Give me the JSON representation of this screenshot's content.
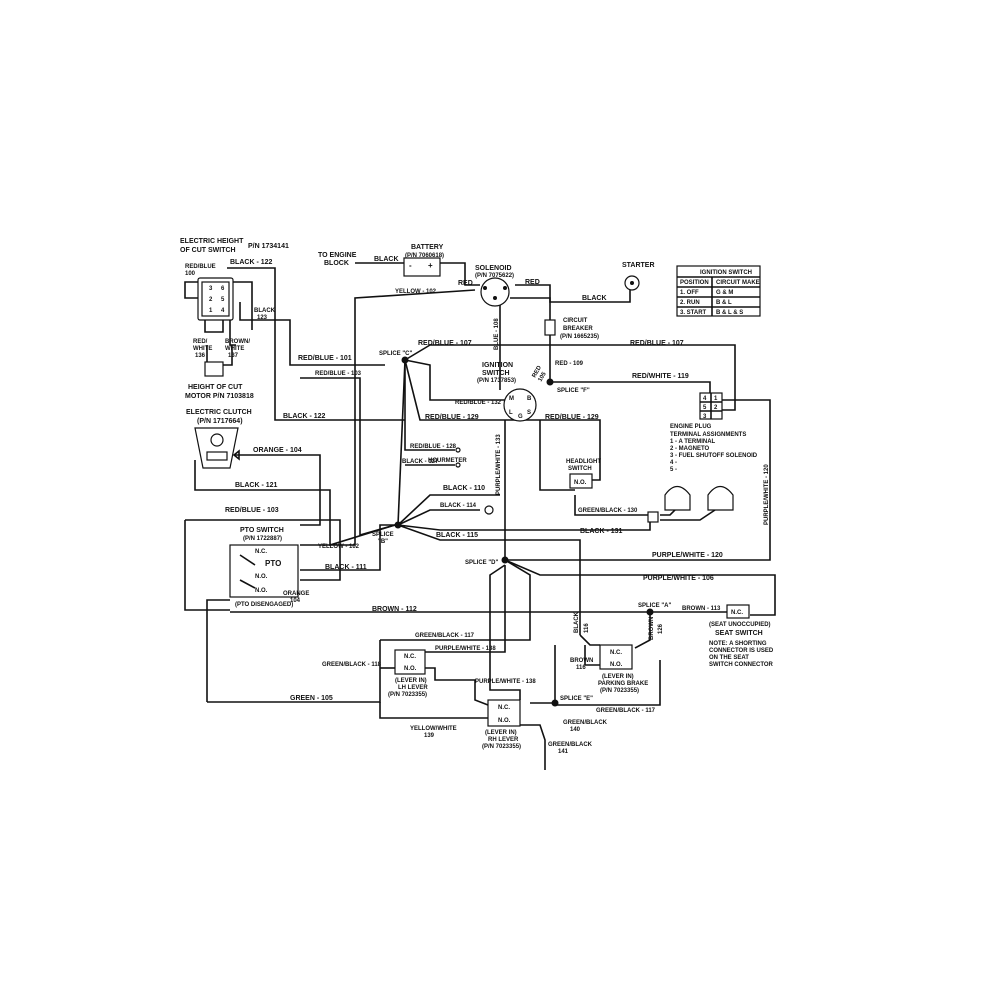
{
  "components": {
    "eheight_title": "ELECTRIC HEIGHT",
    "eheight_title2": "OF CUT SWITCH",
    "eheight_pn": "P/N 1734141",
    "hoc_motor": "HEIGHT OF CUT",
    "hoc_motor_pn": "MOTOR  P/N 7103818",
    "eclutch": "ELECTRIC CLUTCH",
    "eclutch_pn": "(P/N 1717664)",
    "to_engine": "TO ENGINE",
    "to_engine2": "BLOCK",
    "battery": "BATTERY",
    "battery_pn": "(P/N 7060618)",
    "solenoid": "SOLENOID",
    "solenoid_pn": "(P/N 7075622)",
    "starter": "STARTER",
    "breaker": "CIRCUIT",
    "breaker2": "BREAKER",
    "breaker_pn": "(P/N 1665235)",
    "ign_switch": "IGNITION",
    "ign_switch2": "SWITCH",
    "ign_switch_pn": "(P/N 1737853)",
    "engine_plug": "ENGINE PLUG",
    "terminal_title": "TERMINAL ASSIGNMENTS",
    "terminal_1": "1 - A TERMINAL",
    "terminal_2": "2 - MAGNETO",
    "terminal_3": "3 - FUEL SHUTOFF SOLENOID",
    "terminal_4": "4 -",
    "terminal_5": "5 -",
    "hourmeter": "HOURMETER",
    "headlight": "HEADLIGHT",
    "headlight2": "SWITCH",
    "pto": "PTO SWITCH",
    "pto_pn": "(P/N 1722887)",
    "pto_label": "PTO",
    "pto_dis": "(PTO DISENGAGED)",
    "seat": "SEAT SWITCH",
    "seat_unocc": "(SEAT UNOCCUPIED)",
    "seat_note1": "NOTE: A SHORTING",
    "seat_note2": "CONNECTOR IS USED",
    "seat_note3": "ON THE SEAT",
    "seat_note4": "SWITCH CONNECTOR",
    "lh_in": "(LEVER IN)",
    "lh_lever": "LH LEVER",
    "lh_pn": "(P/N 7023355)",
    "rh_in": "(LEVER IN)",
    "rh_lever": "RH LEVER",
    "rh_pn": "(P/N 7023355)",
    "pb_in": "(LEVER IN)",
    "pb": "PARKING BRAKE",
    "pb_pn": "(P/N 7023355)",
    "nc": "N.C.",
    "no": "N.O.",
    "pin1": "1",
    "pin2": "2",
    "pin3": "3",
    "pin4": "4",
    "pin5": "5",
    "pin6": "6",
    "pin_m": "M",
    "pin_b": "B",
    "pin_l": "L",
    "pin_g": "G",
    "pin_s": "S",
    "plus": "+",
    "minus": "-"
  },
  "splices": {
    "c": "SPLICE \"C\"",
    "b": "SPLICE",
    "b2": "\"B\"",
    "d": "SPLICE \"D\"",
    "f": "SPLICE \"F\"",
    "a": "SPLICE \"A\"",
    "e": "SPLICE \"E\""
  },
  "wires": {
    "black122_top": "BLACK - 122",
    "redblue100": "RED/BLUE",
    "redblue100n": "100",
    "black123": "BLACK",
    "black123n": "123",
    "redwhite136": "RED/",
    "redwhite136b": "WHITE",
    "redwhite136n": "136",
    "brownwhite137": "BROWN/",
    "brownwhite137b": "WHITE",
    "brownwhite137n": "137",
    "redblue101": "RED/BLUE - 101",
    "redblue103_top": "RED/BLUE - 103",
    "black122": "BLACK - 122",
    "orange104": "ORANGE - 104",
    "black121": "BLACK - 121",
    "redblue103": "RED/BLUE - 103",
    "black_batt": "BLACK",
    "red_batt": "RED",
    "yellow102_top": "YELLOW - 102",
    "red_starter": "RED",
    "black_starter": "BLACK",
    "blue108": "BLUE - 108",
    "red109": "RED - 109",
    "red105": "RED",
    "red105n": "105",
    "redblue107a": "RED/BLUE - 107",
    "redblue107b": "RED/BLUE - 107",
    "redwhite119": "RED/WHITE - 119",
    "redblue132": "RED/BLUE - 132",
    "redblue129a": "RED/BLUE - 129",
    "redblue129b": "RED/BLUE - 129",
    "purplewhite133": "PURPLE/WHITE - 133",
    "redblue128": "RED/BLUE - 128",
    "black127": "BLACK - 127",
    "black110": "BLACK - 110",
    "black114": "BLACK - 114",
    "greenblack130": "GREEN/BLACK - 130",
    "black131": "BLACK - 131",
    "black115": "BLACK - 115",
    "purplewhite120": "PURPLE/WHITE - 120",
    "purplewhite120v": "PURPLE/WHITE - 120",
    "yellow102": "YELLOW - 102",
    "black111": "BLACK - 111",
    "orange104b": "ORANGE",
    "orange104bn": "104",
    "purplewhite106": "PURPLE/WHITE - 106",
    "brown112": "BROWN - 112",
    "brown113": "BROWN - 113",
    "greenblack117a": "GREEN/BLACK - 117",
    "purplewhite138a": "PURPLE/WHITE - 138",
    "greenblack118": "GREEN/BLACK - 118",
    "green105": "GREEN - 105",
    "purplewhite138b": "PURPLE/WHITE - 138",
    "yellowwhite139": "YELLOW/WHITE",
    "yellowwhite139n": "139",
    "greenblack140": "GREEN/BLACK",
    "greenblack140n": "140",
    "greenblack141": "GREEN/BLACK",
    "greenblack141n": "141",
    "greenblack117b": "GREEN/BLACK - 117",
    "black116": "BLACK",
    "black116n": "116",
    "brown126": "BROWN",
    "brown126n": "126",
    "brown116": "BROWN",
    "brown116n": "116"
  },
  "ignition_table": {
    "title": "IGNITION SWITCH",
    "header": [
      "POSITION",
      "CIRCUIT MAKE"
    ],
    "rows": [
      [
        "1.  OFF",
        "G & M"
      ],
      [
        "2.  RUN",
        "B & L"
      ],
      [
        "3.  START",
        "B & L & S"
      ]
    ]
  }
}
